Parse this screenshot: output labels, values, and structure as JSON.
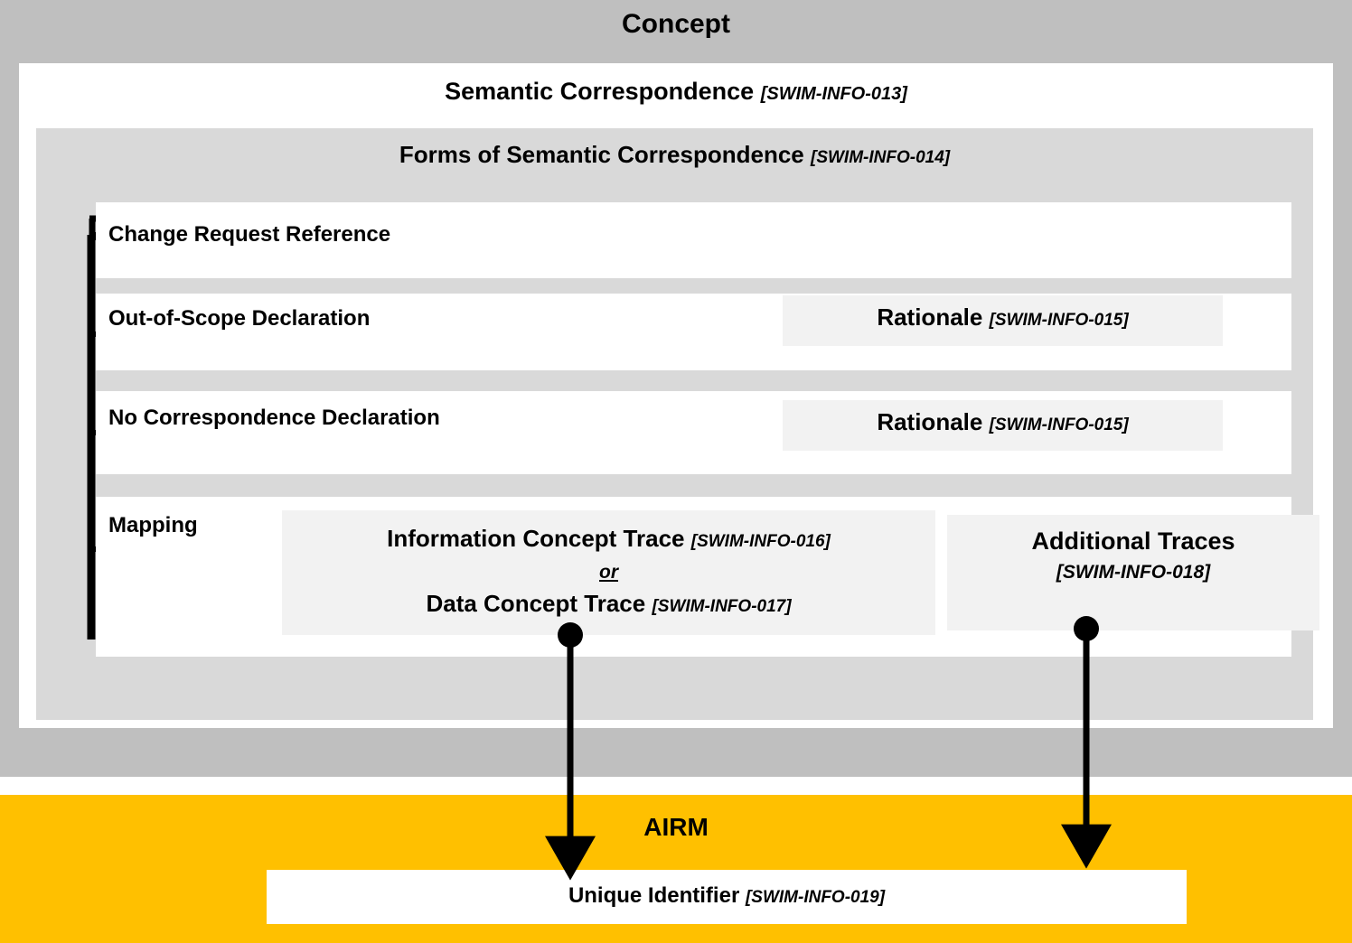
{
  "diagram": {
    "title": "Concept",
    "layers": {
      "concept_label": "Concept",
      "airm_label": "AIRM"
    },
    "semantic_correspondence": {
      "label": "Semantic Correspondence",
      "code": "[SWIM-INFO-013]"
    },
    "forms": {
      "label": "Forms of Semantic Correspondence",
      "code": "[SWIM-INFO-014]",
      "items": [
        {
          "label": "Change Request Reference",
          "detail": null
        },
        {
          "label": "Out-of-Scope Declaration",
          "detail": {
            "label": "Rationale",
            "code": "[SWIM-INFO-015]"
          }
        },
        {
          "label": "No Correspondence Declaration",
          "detail": {
            "label": "Rationale",
            "code": "[SWIM-INFO-015]"
          }
        },
        {
          "label": "Mapping",
          "trace": {
            "line1_label": "Information Concept Trace",
            "line1_code": "[SWIM-INFO-016]",
            "connector": "or",
            "line2_label": "Data Concept Trace",
            "line2_code": "[SWIM-INFO-017]"
          },
          "additional": {
            "label": "Additional Traces",
            "code": "[SWIM-INFO-018]"
          }
        }
      ]
    },
    "airm": {
      "unique_identifier": {
        "label": "Unique Identifier",
        "code": "[SWIM-INFO-019]"
      }
    },
    "colors": {
      "concept_band": "#bfbfbf",
      "semantic_box": "#ffffff",
      "forms_box": "#d9d9d9",
      "row_box": "#ffffff",
      "pale_box": "#f2f2f2",
      "airm_band": "#ffc000",
      "line": "#000000"
    }
  }
}
